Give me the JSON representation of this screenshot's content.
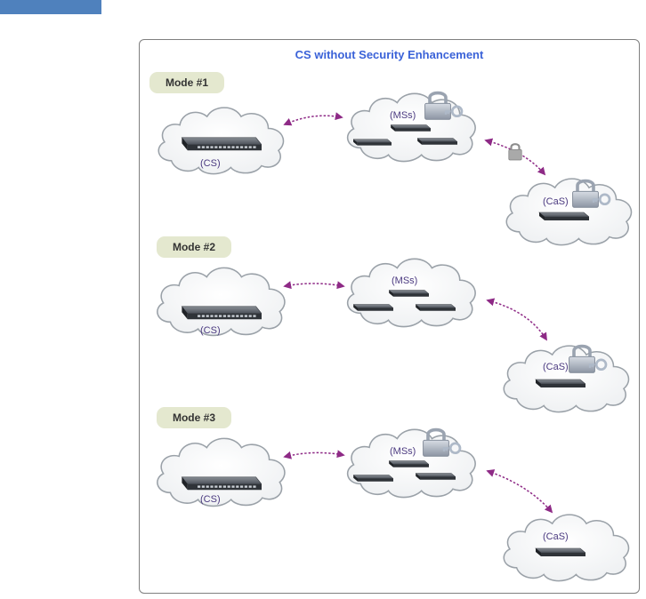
{
  "diagram": {
    "title": "CS without Security Enhancement",
    "modes": [
      {
        "label": "Mode #1",
        "cs_label": "(CS)",
        "ms_label": "(MSs)",
        "cas_label": "(CaS)",
        "ms_locked": true,
        "cas_locked": true,
        "link_locked": true
      },
      {
        "label": "Mode #2",
        "cs_label": "(CS)",
        "ms_label": "(MSs)",
        "cas_label": "(CaS)",
        "ms_locked": false,
        "cas_locked": true,
        "link_locked": false
      },
      {
        "label": "Mode #3",
        "cs_label": "(CS)",
        "ms_label": "(MSs)",
        "cas_label": "(CaS)",
        "ms_locked": true,
        "cas_locked": false,
        "link_locked": false
      }
    ],
    "colors": {
      "title": "#3a62d8",
      "arrow": "#8e2a86",
      "badge": "#e4e8cf",
      "label": "#4b3a80",
      "top_tab": "#4f81bd"
    }
  }
}
